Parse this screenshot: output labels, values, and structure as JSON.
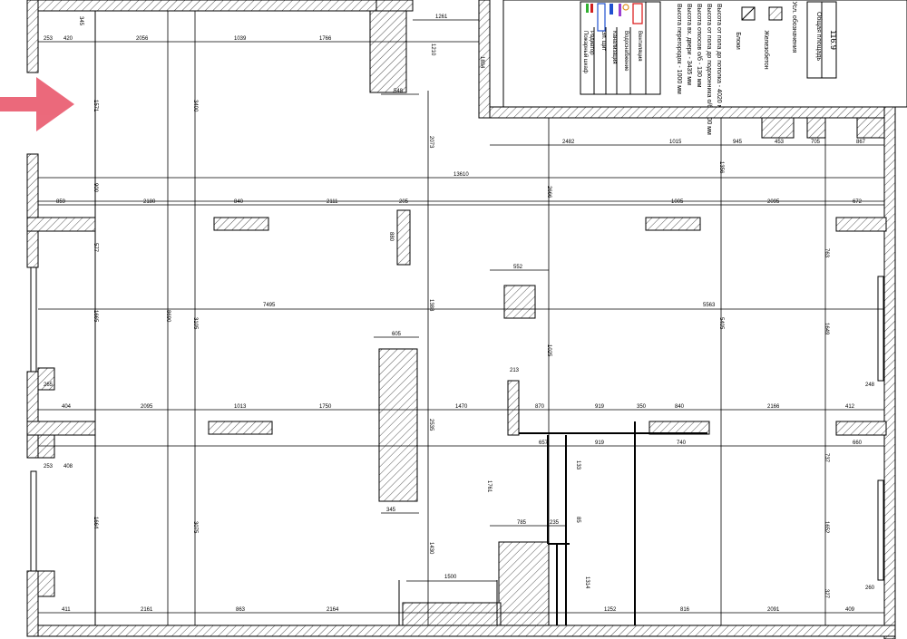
{
  "title_block": {
    "total_area_label": "Общая площадь",
    "total_area_value": "116.9",
    "legend_header": "Усл. обозначения",
    "legend_items": [
      "Железобетон",
      "Блоки"
    ],
    "notes": [
      "Высота от пола до потолка - 4020 мм",
      "Высота от пола до подоконника о/б - 800 мм",
      "Высота откосов о/б - 130 мм",
      "Высота вх. двери - 3435 мм",
      "Высота перегородок - 1000 мм"
    ],
    "symbol_labels": [
      "Вентиляция",
      "Водоснабжение",
      "Канализация",
      "Эл. щит",
      "Радиатор",
      "Пожарный шкаф"
    ]
  },
  "dimensions": {
    "top_row": [
      "345",
      "253",
      "420",
      "2056",
      "1039",
      "1766",
      "1261"
    ],
    "right_top": [
      "2482",
      "1015",
      "945",
      "453",
      "705",
      "867"
    ],
    "long_h": [
      "13610",
      "7495",
      "5563"
    ],
    "row_y222": [
      "859",
      "2180",
      "840",
      "2111",
      "205",
      "1005",
      "2095",
      "672"
    ],
    "row_y448": [
      "265",
      "404",
      "2095",
      "1013",
      "1750",
      "1470",
      "870",
      "919",
      "350",
      "840",
      "2166",
      "412",
      "248"
    ],
    "row_y490": [
      "253",
      "408",
      "657",
      "919",
      "740",
      "660"
    ],
    "bottom_row": [
      "411",
      "2161",
      "863",
      "2164",
      "1500",
      "1252",
      "816",
      "2091",
      "409",
      "260"
    ],
    "small_boxes": [
      "548",
      "552",
      "605",
      "213",
      "345",
      "785",
      "235"
    ],
    "vertical": [
      "1571",
      "3400",
      "2073",
      "1804",
      "2666",
      "1356",
      "577",
      "1665",
      "3105",
      "8690",
      "1388",
      "1025",
      "5405",
      "2535",
      "1761",
      "3075",
      "1664",
      "1430",
      "1652",
      "763",
      "1649",
      "737",
      "900",
      "880",
      "1314",
      "85",
      "133",
      "1210",
      "327"
    ]
  },
  "marker": {
    "type": "arrow-right",
    "color": "#e85065"
  }
}
